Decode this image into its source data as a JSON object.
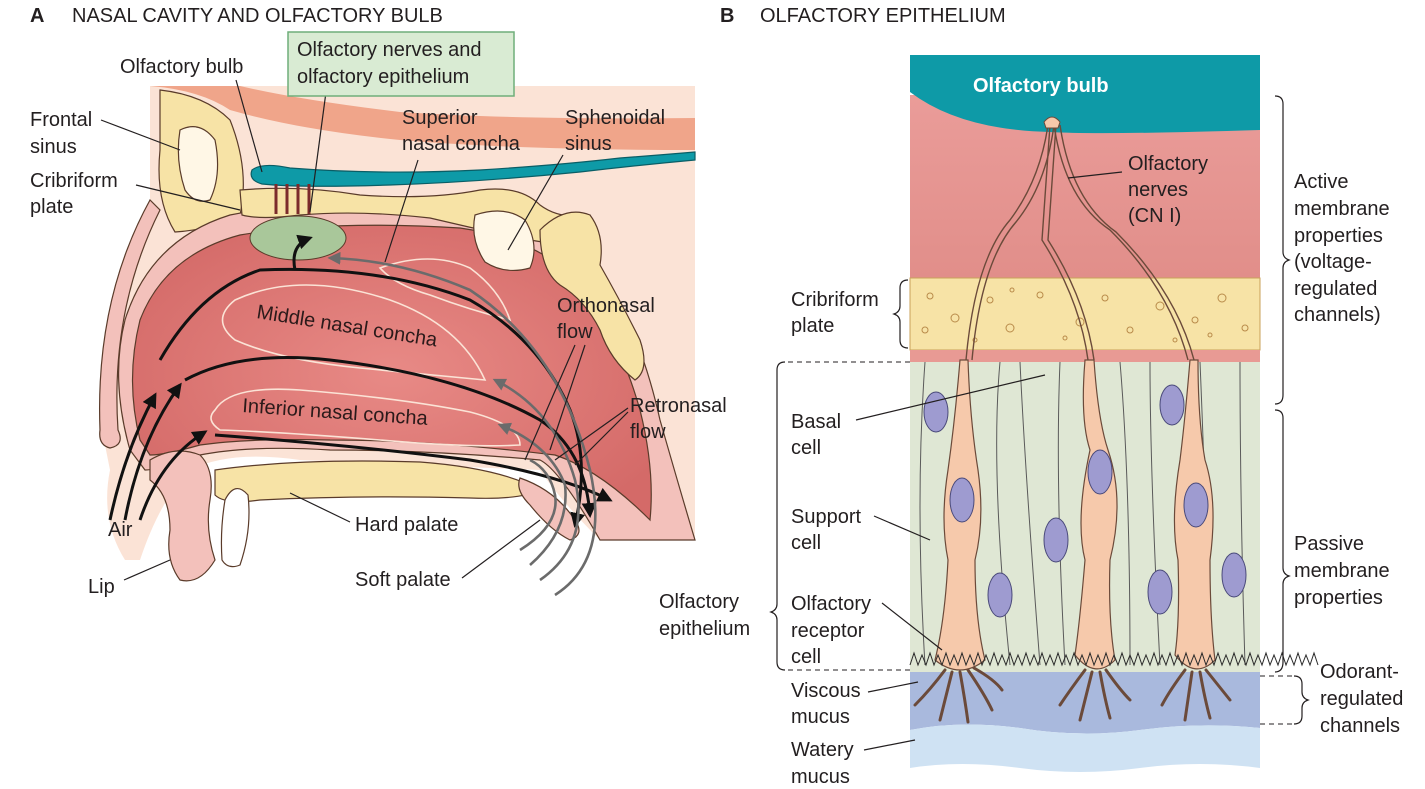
{
  "panel_a": {
    "letter": "A",
    "title": "NASAL CAVITY AND OLFACTORY BULB",
    "labels": {
      "olfactory_bulb": "Olfactory bulb",
      "olfactory_nerves_line1": "Olfactory nerves and",
      "olfactory_nerves_line2": "olfactory epithelium",
      "frontal_sinus_line1": "Frontal",
      "frontal_sinus_line2": "sinus",
      "cribriform_line1": "Cribriform",
      "cribriform_line2": "plate",
      "superior_concha_line1": "Superior",
      "superior_concha_line2": "nasal concha",
      "sphenoidal_line1": "Sphenoidal",
      "sphenoidal_line2": "sinus",
      "middle_concha": "Middle nasal concha",
      "inferior_concha": "Inferior nasal concha",
      "orthonasal_line1": "Orthonasal",
      "orthonasal_line2": "flow",
      "retronasal_line1": "Retronasal",
      "retronasal_line2": "flow",
      "air": "Air",
      "hard_palate": "Hard palate",
      "lip": "Lip",
      "soft_palate": "Soft palate"
    }
  },
  "panel_b": {
    "letter": "B",
    "title": "OLFACTORY EPITHELIUM",
    "labels": {
      "olfactory_bulb": "Olfactory bulb",
      "olfactory_nerves_line1": "Olfactory",
      "olfactory_nerves_line2": "nerves",
      "olfactory_nerves_line3": "(CN I)",
      "cribriform_line1": "Cribriform",
      "cribriform_line2": "plate",
      "basal_line1": "Basal",
      "basal_line2": "cell",
      "support_line1": "Support",
      "support_line2": "cell",
      "epithelium_line1": "Olfactory",
      "epithelium_line2": "epithelium",
      "receptor_line1": "Olfactory",
      "receptor_line2": "receptor",
      "receptor_line3": "cell",
      "viscous_line1": "Viscous",
      "viscous_line2": "mucus",
      "watery_line1": "Watery",
      "watery_line2": "mucus",
      "active_line1": "Active",
      "active_line2": "membrane",
      "active_line3": "properties",
      "active_line4": "(voltage-",
      "active_line5": "regulated",
      "active_line6": "channels)",
      "passive_line1": "Passive",
      "passive_line2": "membrane",
      "passive_line3": "properties",
      "odorant_line1": "Odorant-",
      "odorant_line2": "regulated",
      "odorant_line3": "channels"
    }
  },
  "colors": {
    "bulb_teal": "#0e9aa7",
    "tissue_pink": "#e8a6a0",
    "cavity_red": "#d96d6b",
    "bone_yellow": "#f7e3a6",
    "epithelium_green": "#dfe7d4",
    "viscous_mucus": "#a9b9dd",
    "watery_mucus": "#cfe2f3",
    "nucleus_purple": "#9e9bd0",
    "cell_peach": "#f6c9ab",
    "skin_bg": "#fbe3d6"
  }
}
